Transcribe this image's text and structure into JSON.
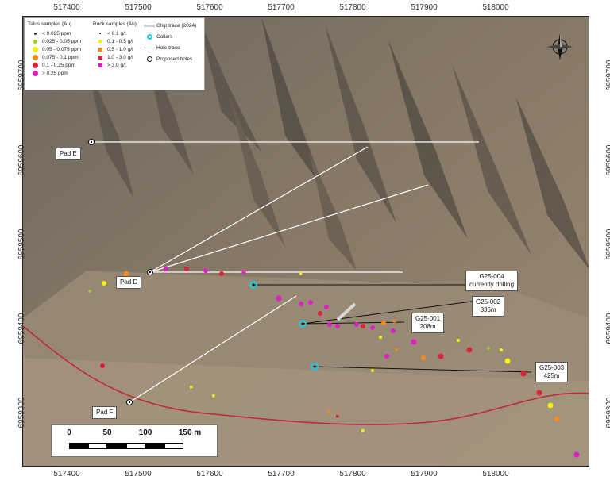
{
  "axes": {
    "x_ticks": [
      "517400",
      "517500",
      "517600",
      "517700",
      "517800",
      "517900",
      "518000"
    ],
    "y_ticks": [
      "6959700",
      "6959600",
      "6959500",
      "6959400",
      "6959300"
    ]
  },
  "legend": {
    "talus_title": "Talus samples (Au)",
    "talus_items": [
      {
        "label": "< 0.025 ppm",
        "color": "#333333"
      },
      {
        "label": "0.025 - 0.05 ppm",
        "color": "#9acd32"
      },
      {
        "label": "0.05 - 0.075 ppm",
        "color": "#f5f00a"
      },
      {
        "label": "0.075 - 0.1 ppm",
        "color": "#f28c1e"
      },
      {
        "label": "0.1 - 0.25 ppm",
        "color": "#e0213a"
      },
      {
        "label": "> 0.25 ppm",
        "color": "#e01ec8"
      }
    ],
    "rock_title": "Rock samples (Au)",
    "rock_items": [
      {
        "label": "< 0.1 g/t",
        "color": "#333333"
      },
      {
        "label": "0.1 - 0.5 g/t",
        "color": "#f5f00a"
      },
      {
        "label": "0.5 - 1.0 g/t",
        "color": "#f28c1e"
      },
      {
        "label": "1.0 - 3.0 g/t",
        "color": "#e0213a"
      },
      {
        "label": "> 3.0 g/t",
        "color": "#e01ec8"
      }
    ],
    "chip_trace": "Chip trace (2024)",
    "collars": "Collars",
    "hole_trace": "Hole trace",
    "proposed_holes": "Proposed holes"
  },
  "pads": [
    "Pad E",
    "Pad D",
    "Pad F"
  ],
  "holes": [
    {
      "id": "G25-004",
      "note": "currently drilling"
    },
    {
      "id": "G25-002",
      "note": "336m"
    },
    {
      "id": "G25-001",
      "note": "208m"
    },
    {
      "id": "G25-003",
      "note": "425m"
    }
  ],
  "scale_bar": {
    "labels": [
      "0",
      "50",
      "100",
      "150 m"
    ]
  },
  "colors": {
    "terrain_base": "#8b7d6e",
    "terrain_light": "#a89a88",
    "road": "#c0283c",
    "trace": "#ffffff",
    "collar": "#1ec8e0"
  }
}
